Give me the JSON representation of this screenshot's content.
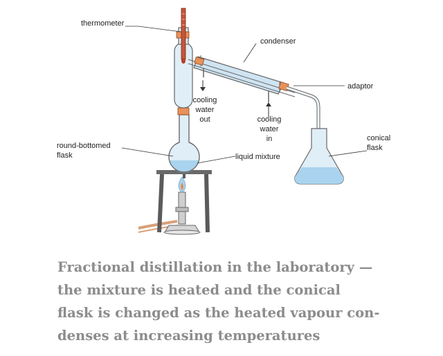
{
  "labels": {
    "thermometer": "thermometer",
    "condenser": "condenser",
    "adaptor": "adaptor",
    "cooling_out": [
      "cooling",
      "water",
      "out"
    ],
    "cooling_in": [
      "cooling",
      "water",
      "in"
    ],
    "conical_flask": [
      "conical",
      "flask"
    ],
    "round_bottomed_flask": [
      "round-bottomed",
      "flask"
    ],
    "liquid_mixture": "liquid mixture"
  },
  "caption": [
    "Fractional distillation in the laboratory —",
    "the mixture is heated and the conical",
    "flask is changed as the heated vapour con-",
    "denses at increasing temperatures"
  ],
  "colors": {
    "glass_fill": "#dfeef7",
    "liquid": "#a9d3ee",
    "glass_stroke": "#666666",
    "stopper": "#e8915a",
    "thermometer_red": "#b8402a",
    "stand": "#5b5b5b",
    "caption_text": "#8c8c8c"
  }
}
